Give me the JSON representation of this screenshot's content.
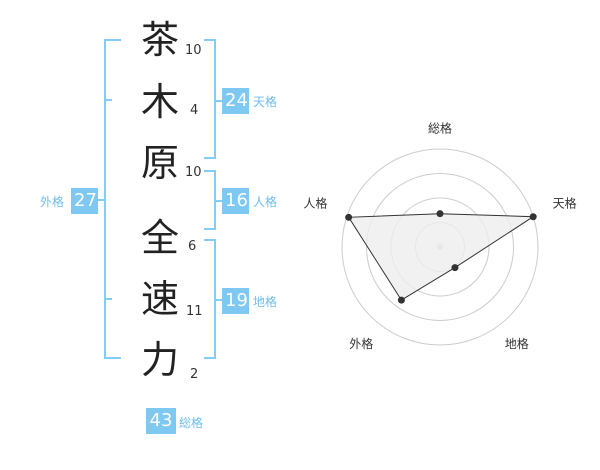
{
  "name_chars": [
    {
      "char": "茶",
      "strokes": "10"
    },
    {
      "char": "木",
      "strokes": "4"
    },
    {
      "char": "原",
      "strokes": "10"
    },
    {
      "char": "全",
      "strokes": "6"
    },
    {
      "char": "速",
      "strokes": "11"
    },
    {
      "char": "力",
      "strokes": "2"
    }
  ],
  "fortunes": {
    "tenkaku": {
      "label": "天格",
      "value": "24"
    },
    "jinkaku": {
      "label": "人格",
      "value": "16"
    },
    "chikaku": {
      "label": "地格",
      "value": "19"
    },
    "gaikaku": {
      "label": "外格",
      "value": "27"
    },
    "soukaku": {
      "label": "総格",
      "value": "43"
    }
  },
  "chart_data": {
    "type": "radar",
    "axes": [
      "総格",
      "天格",
      "地格",
      "外格",
      "人格"
    ],
    "values": [
      0.34,
      1.0,
      0.26,
      0.67,
      0.98
    ],
    "rings": 4,
    "colors": {
      "fill": "#eeeeee",
      "line": "#333333",
      "grid": "#cccccc",
      "accent": "#7fc8f2"
    }
  }
}
